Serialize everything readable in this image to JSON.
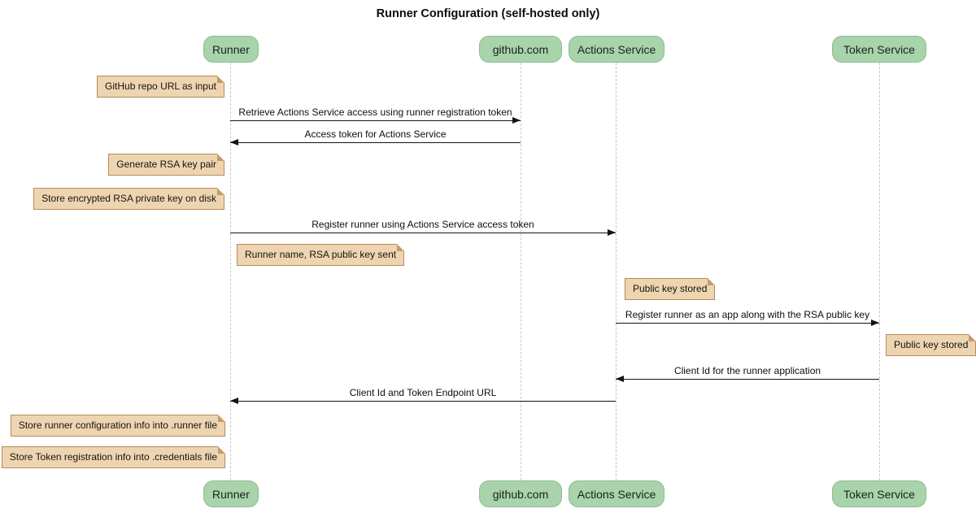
{
  "title": "Runner Configuration (self-hosted only)",
  "colors": {
    "participant_fill": "#A9D3AB",
    "participant_border": "#8CBD90",
    "note_fill": "#EDD5B1",
    "note_border": "#B9895A",
    "lifeline": "#C7C7C7",
    "arrow": "#141414",
    "background": "#FFFFFF"
  },
  "participants": [
    {
      "label": "Runner"
    },
    {
      "label": "github.com"
    },
    {
      "label": "Actions Service"
    },
    {
      "label": "Token Service"
    }
  ],
  "messages": [
    {
      "from": "Runner",
      "to": "github.com",
      "text": "Retrieve Actions Service access using runner registration token"
    },
    {
      "from": "github.com",
      "to": "Runner",
      "text": "Access token for Actions Service"
    },
    {
      "from": "Runner",
      "to": "Actions Service",
      "text": "Register runner using Actions Service access token"
    },
    {
      "from": "Actions Service",
      "to": "Token Service",
      "text": "Register runner as an app along with the RSA public key"
    },
    {
      "from": "Token Service",
      "to": "Actions Service",
      "text": "Client Id for the runner application"
    },
    {
      "from": "Actions Service",
      "to": "Runner",
      "text": "Client Id and Token Endpoint URL"
    }
  ],
  "notes": [
    {
      "anchor": "Runner",
      "side": "left",
      "text": "GitHub repo URL as input"
    },
    {
      "anchor": "Runner",
      "side": "left",
      "text": "Generate RSA key pair"
    },
    {
      "anchor": "Runner",
      "side": "left",
      "text": "Store encrypted RSA private key on disk"
    },
    {
      "anchor": "Runner",
      "side": "right",
      "text": "Runner name, RSA public key sent"
    },
    {
      "anchor": "Actions Service",
      "side": "right",
      "text": "Public key stored"
    },
    {
      "anchor": "Token Service",
      "side": "right",
      "text": "Public key stored"
    },
    {
      "anchor": "Runner",
      "side": "left",
      "text": "Store runner configuration info into .runner file"
    },
    {
      "anchor": "Runner",
      "side": "left",
      "text": "Store Token registration info into .credentials file"
    }
  ]
}
